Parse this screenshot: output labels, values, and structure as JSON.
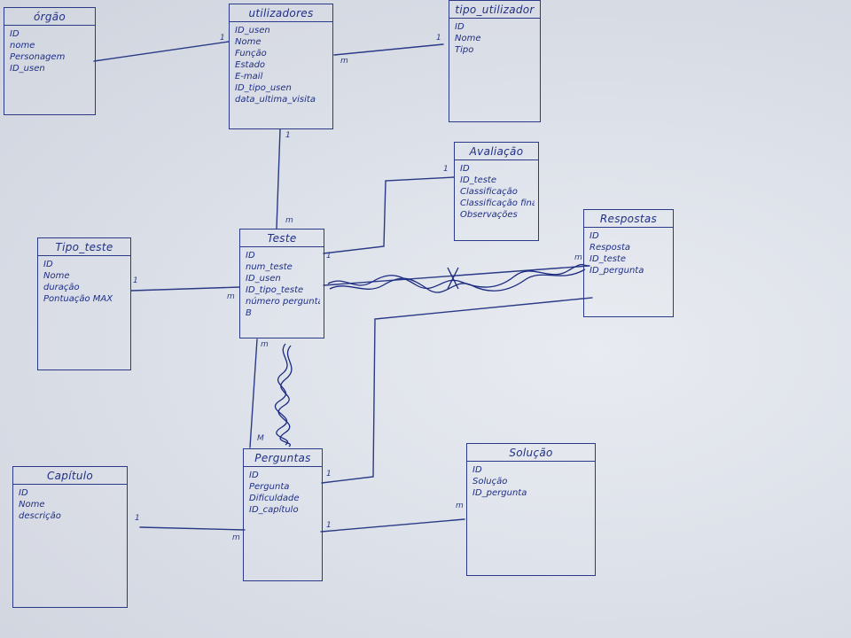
{
  "ink_color": "#2a3a86",
  "entities": [
    {
      "key": "orgao",
      "title": "órgão",
      "fields": [
        "ID",
        "nome",
        "Personagem",
        "ID_usen"
      ]
    },
    {
      "key": "utilizadores",
      "title": "utilizadores",
      "fields": [
        "ID_usen",
        "Nome",
        "Função",
        "Estado",
        "E-mail",
        "ID_tipo_usen",
        "data_ultima_visita"
      ]
    },
    {
      "key": "tipo_utilizador",
      "title": "tipo_utilizador",
      "fields": [
        "ID",
        "Nome",
        "Tipo"
      ]
    },
    {
      "key": "avaliacao",
      "title": "Avaliação",
      "fields": [
        "ID",
        "ID_teste",
        "Classificação",
        "Classificação final",
        "Observações"
      ]
    },
    {
      "key": "respostas",
      "title": "Respostas",
      "fields": [
        "ID",
        "Resposta",
        "ID_teste",
        "ID_pergunta"
      ]
    },
    {
      "key": "tipo_teste",
      "title": "Tipo_teste",
      "fields": [
        "ID",
        "Nome",
        "duração",
        "Pontuação MAX"
      ]
    },
    {
      "key": "teste",
      "title": "Teste",
      "fields": [
        "ID",
        "num_teste",
        "ID_usen",
        "ID_tipo_teste",
        "número perguntas",
        "B"
      ]
    },
    {
      "key": "capitulo",
      "title": "Capítulo",
      "fields": [
        "ID",
        "Nome",
        "descrição"
      ]
    },
    {
      "key": "perguntas",
      "title": "Perguntas",
      "fields": [
        "ID",
        "Pergunta",
        "Dificuldade",
        "ID_capítulo"
      ]
    },
    {
      "key": "solucao",
      "title": "Solução",
      "fields": [
        "ID",
        "Solução",
        "ID_pergunta"
      ]
    }
  ],
  "relationships": [
    {
      "name": "orgao-utilizadores",
      "from": "orgao",
      "to": "utilizadores",
      "from_card": "",
      "to_card": "1"
    },
    {
      "name": "utilizadores-tipo-utilizador",
      "from": "utilizadores",
      "to": "tipo_utilizador",
      "from_card": "m",
      "to_card": "1"
    },
    {
      "name": "utilizadores-teste",
      "from": "utilizadores",
      "to": "teste",
      "from_card": "1",
      "to_card": "m"
    },
    {
      "name": "teste-avaliacao",
      "from": "teste",
      "to": "avaliacao",
      "from_card": "1",
      "to_card": "1"
    },
    {
      "name": "teste-respostas",
      "from": "teste",
      "to": "respostas",
      "from_card": "",
      "to_card": "m",
      "crossed_out": true
    },
    {
      "name": "tipo-teste-teste",
      "from": "tipo_teste",
      "to": "teste",
      "from_card": "1",
      "to_card": "m"
    },
    {
      "name": "teste-perguntas",
      "from": "teste",
      "to": "perguntas",
      "from_card": "m",
      "to_card": "M",
      "crossed_out": true
    },
    {
      "name": "perguntas-respostas",
      "from": "perguntas",
      "to": "respostas",
      "from_card": "1",
      "to_card": ""
    },
    {
      "name": "capitulo-perguntas",
      "from": "capitulo",
      "to": "perguntas",
      "from_card": "1",
      "to_card": "m"
    },
    {
      "name": "perguntas-solucao",
      "from": "perguntas",
      "to": "solucao",
      "from_card": "1",
      "to_card": "m"
    }
  ]
}
